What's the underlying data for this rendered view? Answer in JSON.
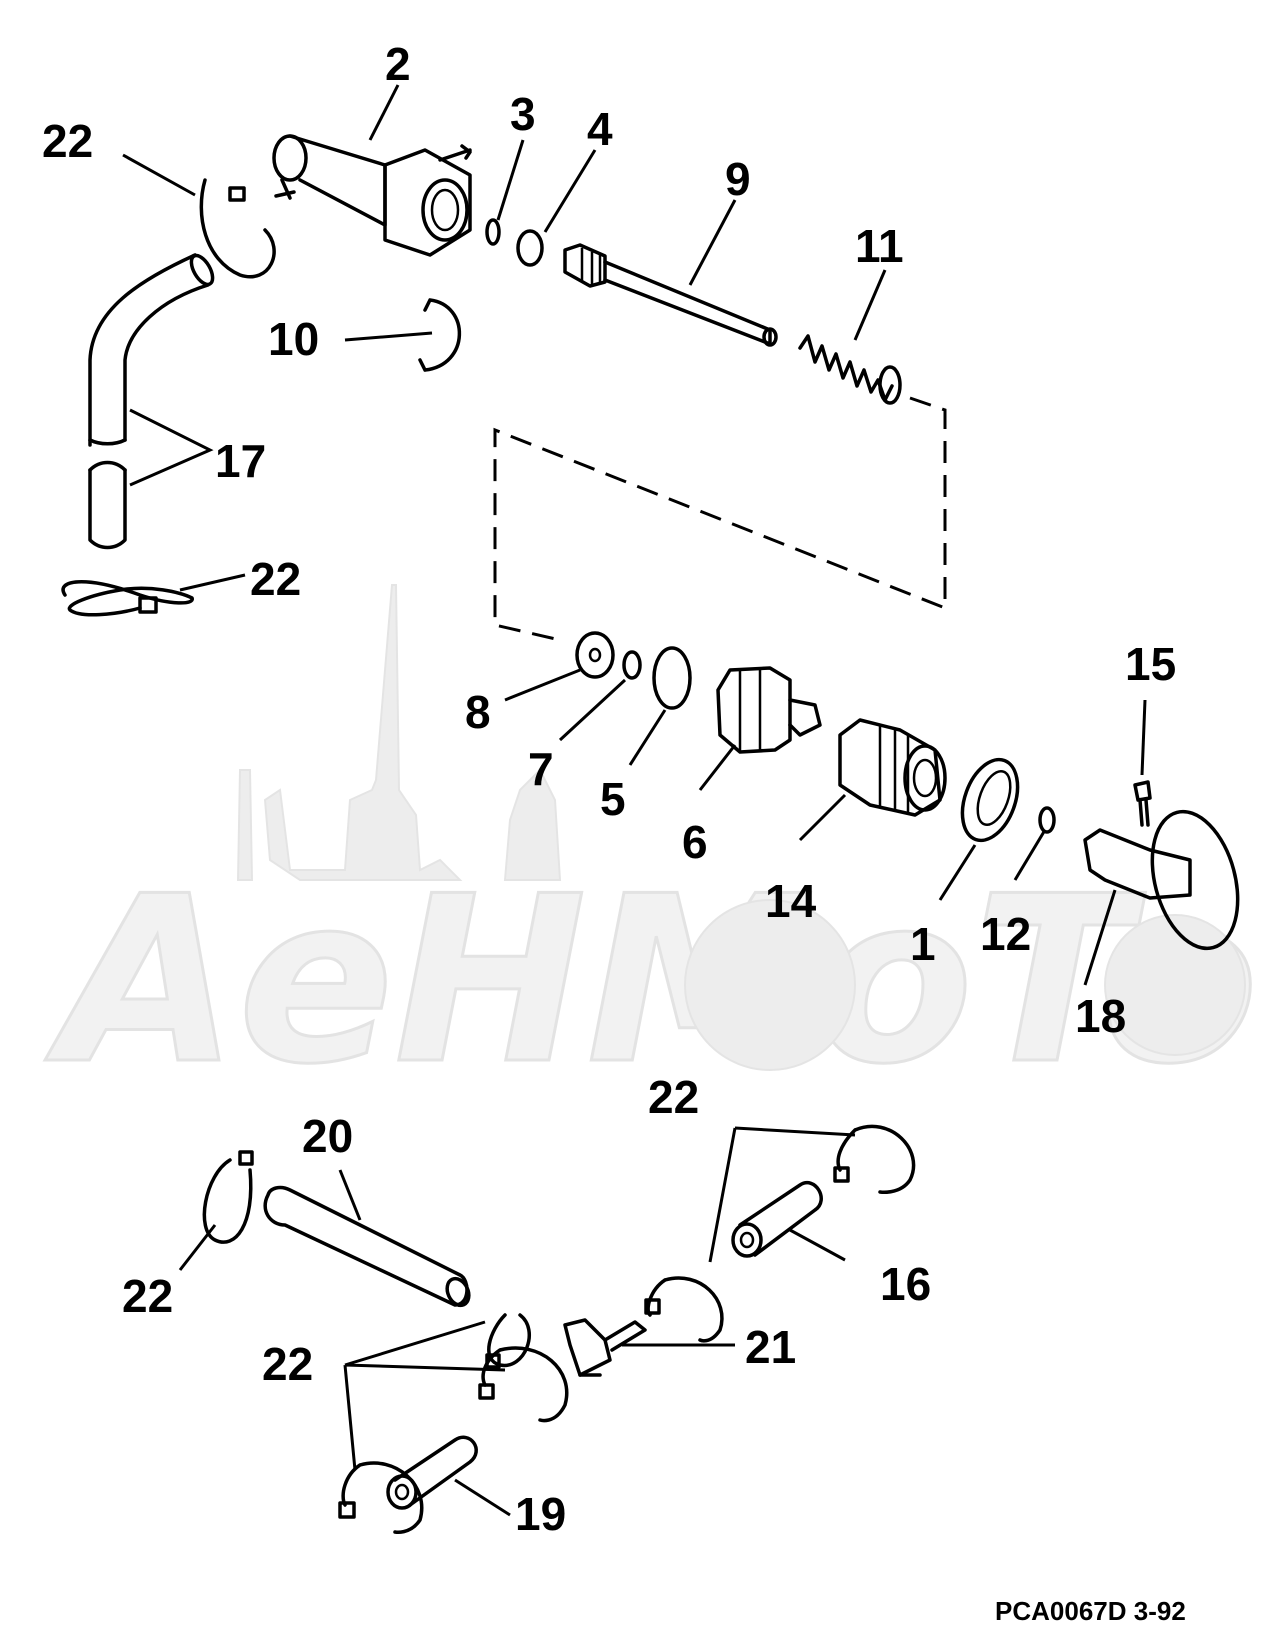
{
  "diagram": {
    "callouts": [
      "1",
      "2",
      "3",
      "4",
      "5",
      "6",
      "7",
      "8",
      "9",
      "10",
      "11",
      "12",
      "14",
      "15",
      "16",
      "17",
      "18",
      "19",
      "20",
      "21",
      "22"
    ],
    "drawing_code": "PCA0067D  3-92"
  },
  "watermark": {
    "text": "AeHMoTo"
  }
}
